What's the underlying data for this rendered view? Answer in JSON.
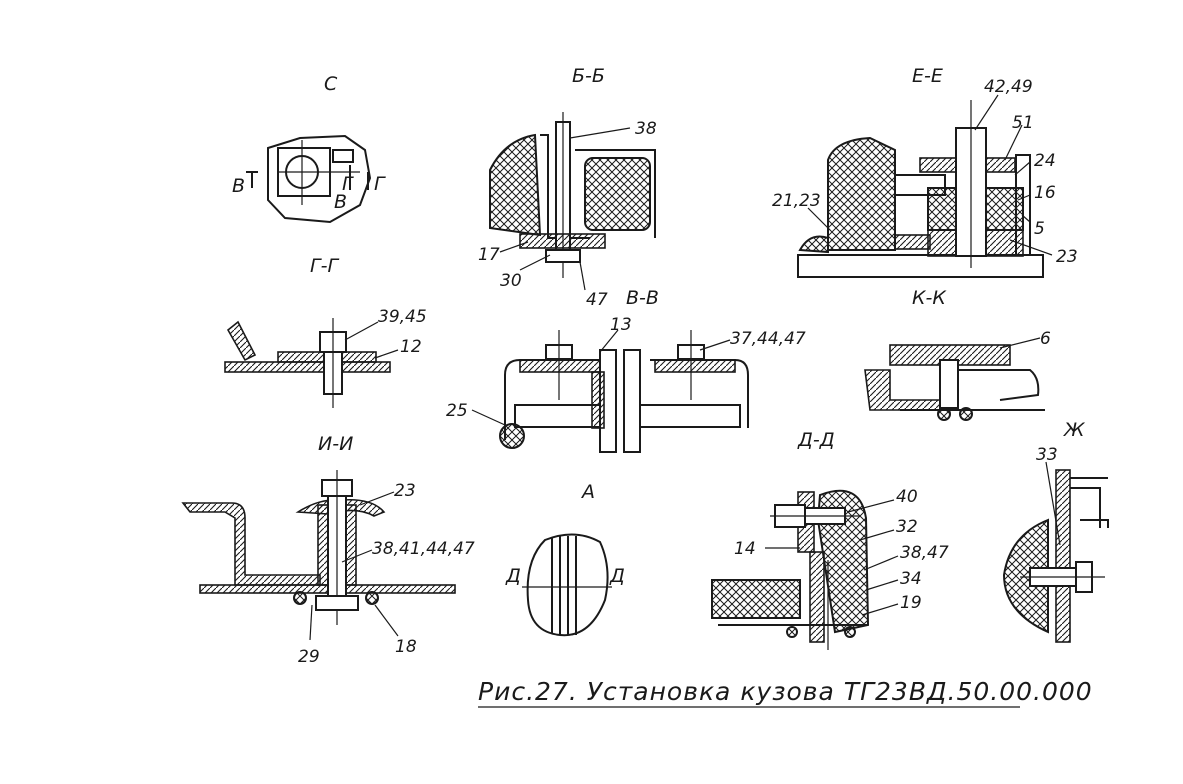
{
  "figure": {
    "caption": "Рис.27. Установка кузова ТГ23ВД.50.00.000",
    "views": {
      "c": {
        "title": "С",
        "marks": [
          "В",
          "В",
          "Г",
          "Г"
        ]
      },
      "bb": {
        "title": "Б-Б",
        "labels": [
          "38",
          "17",
          "30",
          "47"
        ]
      },
      "ee": {
        "title": "Е-Е",
        "labels": [
          "42,49",
          "51",
          "24",
          "16",
          "5",
          "23",
          "21,23"
        ]
      },
      "gg": {
        "title": "Г-Г",
        "labels": [
          "39,45",
          "12"
        ]
      },
      "vv": {
        "title": "В-В",
        "labels": [
          "13",
          "37,44,47",
          "25"
        ]
      },
      "kk": {
        "title": "К-К",
        "labels": [
          "6"
        ]
      },
      "ii": {
        "title": "И-И",
        "labels": [
          "23",
          "38,41,44,47",
          "29",
          "18"
        ]
      },
      "a": {
        "title": "А",
        "marks": [
          "Д",
          "Д"
        ]
      },
      "dd": {
        "title": "Д-Д",
        "labels": [
          "40",
          "32",
          "14",
          "38,47",
          "34",
          "19"
        ]
      },
      "zh": {
        "title": "Ж",
        "labels": [
          "33"
        ]
      }
    }
  }
}
